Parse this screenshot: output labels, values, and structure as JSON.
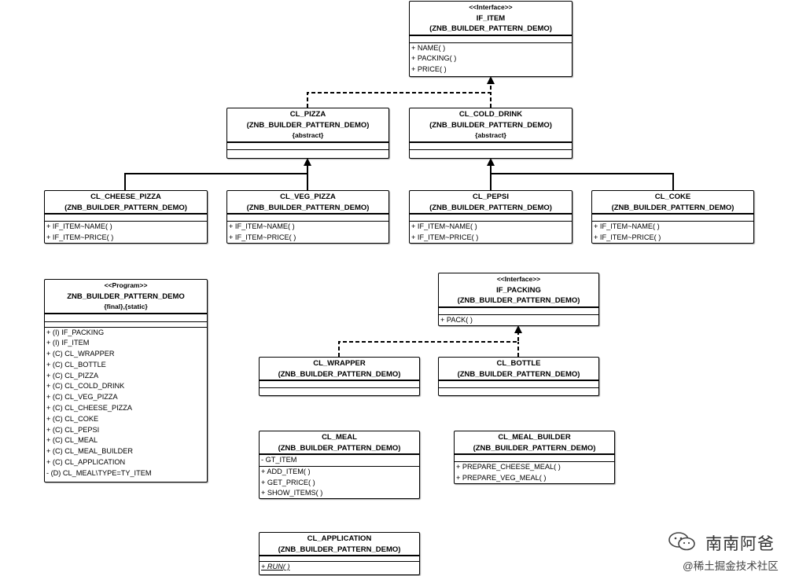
{
  "classes": {
    "if_item": {
      "stereotype": "<<Interface>>",
      "name": "IF_ITEM",
      "package": "(ZNB_BUILDER_PATTERN_DEMO)",
      "methods": [
        "+ NAME( )",
        "+ PACKING( )",
        "+ PRICE( )"
      ]
    },
    "cl_pizza": {
      "name": "CL_PIZZA",
      "package": "(ZNB_BUILDER_PATTERN_DEMO)",
      "modifier": "{abstract}"
    },
    "cl_cold_drink": {
      "name": "CL_COLD_DRINK",
      "package": "(ZNB_BUILDER_PATTERN_DEMO)",
      "modifier": "{abstract}"
    },
    "cl_cheese_pizza": {
      "name": "CL_CHEESE_PIZZA",
      "package": "(ZNB_BUILDER_PATTERN_DEMO)",
      "methods": [
        "+ IF_ITEM~NAME( )",
        "+ IF_ITEM~PRICE( )"
      ]
    },
    "cl_veg_pizza": {
      "name": "CL_VEG_PIZZA",
      "package": "(ZNB_BUILDER_PATTERN_DEMO)",
      "methods": [
        "+ IF_ITEM~NAME( )",
        "+ IF_ITEM~PRICE( )"
      ]
    },
    "cl_pepsi": {
      "name": "CL_PEPSI",
      "package": "(ZNB_BUILDER_PATTERN_DEMO)",
      "methods": [
        "+ IF_ITEM~NAME( )",
        "+ IF_ITEM~PRICE( )"
      ]
    },
    "cl_coke": {
      "name": "CL_COKE",
      "package": "(ZNB_BUILDER_PATTERN_DEMO)",
      "methods": [
        "+ IF_ITEM~NAME( )",
        "+ IF_ITEM~PRICE( )"
      ]
    },
    "program": {
      "stereotype": "<<Program>>",
      "name": "ZNB_BUILDER_PATTERN_DEMO",
      "modifier": "{final},{static}",
      "methods": [
        "+ (I) IF_PACKING",
        "+ (I) IF_ITEM",
        "+ (C) CL_WRAPPER",
        "+ (C) CL_BOTTLE",
        "+ (C) CL_PIZZA",
        "+ (C) CL_COLD_DRINK",
        "+ (C) CL_VEG_PIZZA",
        "+ (C) CL_CHEESE_PIZZA",
        "+ (C) CL_COKE",
        "+ (C) CL_PEPSI",
        "+ (C) CL_MEAL",
        "+ (C) CL_MEAL_BUILDER",
        "+ (C) CL_APPLICATION",
        "- (D) CL_MEAL\\TYPE=TY_ITEM"
      ]
    },
    "if_packing": {
      "stereotype": "<<Interface>>",
      "name": "IF_PACKING",
      "package": "(ZNB_BUILDER_PATTERN_DEMO)",
      "methods": [
        "+ PACK( )"
      ]
    },
    "cl_wrapper": {
      "name": "CL_WRAPPER",
      "package": "(ZNB_BUILDER_PATTERN_DEMO)"
    },
    "cl_bottle": {
      "name": "CL_BOTTLE",
      "package": "(ZNB_BUILDER_PATTERN_DEMO)"
    },
    "cl_meal": {
      "name": "CL_MEAL",
      "package": "(ZNB_BUILDER_PATTERN_DEMO)",
      "attributes": [
        "- GT_ITEM"
      ],
      "methods": [
        "+ ADD_ITEM( )",
        "+ GET_PRICE( )",
        "+ SHOW_ITEMS( )"
      ]
    },
    "cl_meal_builder": {
      "name": "CL_MEAL_BUILDER",
      "package": "(ZNB_BUILDER_PATTERN_DEMO)",
      "methods": [
        "+ PREPARE_CHEESE_MEAL( )",
        "+ PREPARE_VEG_MEAL( )"
      ]
    },
    "cl_application": {
      "name": "CL_APPLICATION",
      "package": "(ZNB_BUILDER_PATTERN_DEMO)",
      "methods": [
        "+ RUN( )"
      ]
    }
  },
  "watermark": {
    "name": "南南阿爸",
    "site": "@稀土掘金技术社区",
    "logo_icon": "wechat-logo-icon"
  }
}
